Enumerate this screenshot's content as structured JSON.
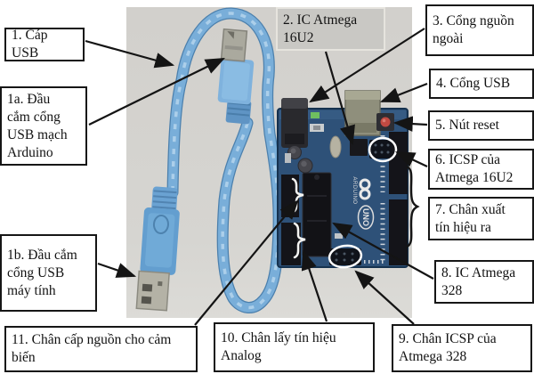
{
  "figure_labels": {
    "l1": "1. Cáp\nUSB",
    "l1a": "1a. Đầu\ncắm cổng\nUSB mạch\nArduino",
    "l1b": "1b. Đầu cắm\ncổng USB\nmáy tính",
    "l2": "2. IC Atmega\n16U2",
    "l3": "3. Cổng nguồn\nngoài",
    "l4": "4. Cổng USB",
    "l5": "5. Nút reset",
    "l6": "6. ICSP của\nAtmega 16U2",
    "l7": "7. Chân xuất\ntín hiệu ra",
    "l8": "8. IC Atmega\n328",
    "l9": "9. Chân ICSP của\nAtmega 328",
    "l10": "10. Chân lấy tín hiệu\nAnalog",
    "l11": "11. Chân cấp nguồn cho cảm\nbiến"
  },
  "board": {
    "brand": "ARDUINO",
    "model": "UNO"
  },
  "colors": {
    "pcb_blue": "#2e5178",
    "cable_blue": "#79aed9",
    "photo_background": "#d4d2ce",
    "annotation_ink": "#141414"
  }
}
